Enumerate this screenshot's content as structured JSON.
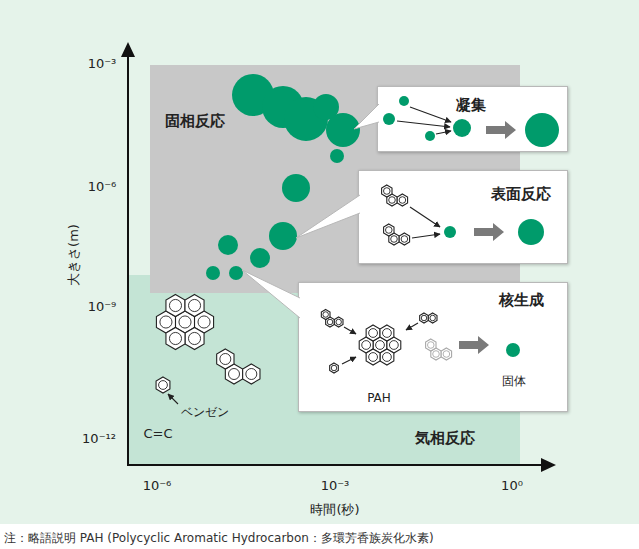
{
  "diagram": {
    "nodes": [
      {
        "text": [
          "気相反応"
        ]
      },
      {
        "text": [
          "固相反応"
        ]
      },
      {
        "text": [
          "凝集"
        ]
      },
      {
        "text": [
          "表面反応"
        ]
      },
      {
        "text": [
          "核生成",
          "PAH",
          "固体"
        ]
      }
    ],
    "labels": [
      "10⁻³",
      "10⁻⁶",
      "10⁻⁹",
      "10⁻¹²",
      "大きさ(m)",
      "ベンゼン",
      "C=C",
      "10⁻⁶",
      "10⁻³",
      "10⁰",
      "時間(秒)",
      "注：略語説明 PAH (Polycyclic Aromatic Hydrocarbon：多環芳香族炭化水素)"
    ]
  }
}
